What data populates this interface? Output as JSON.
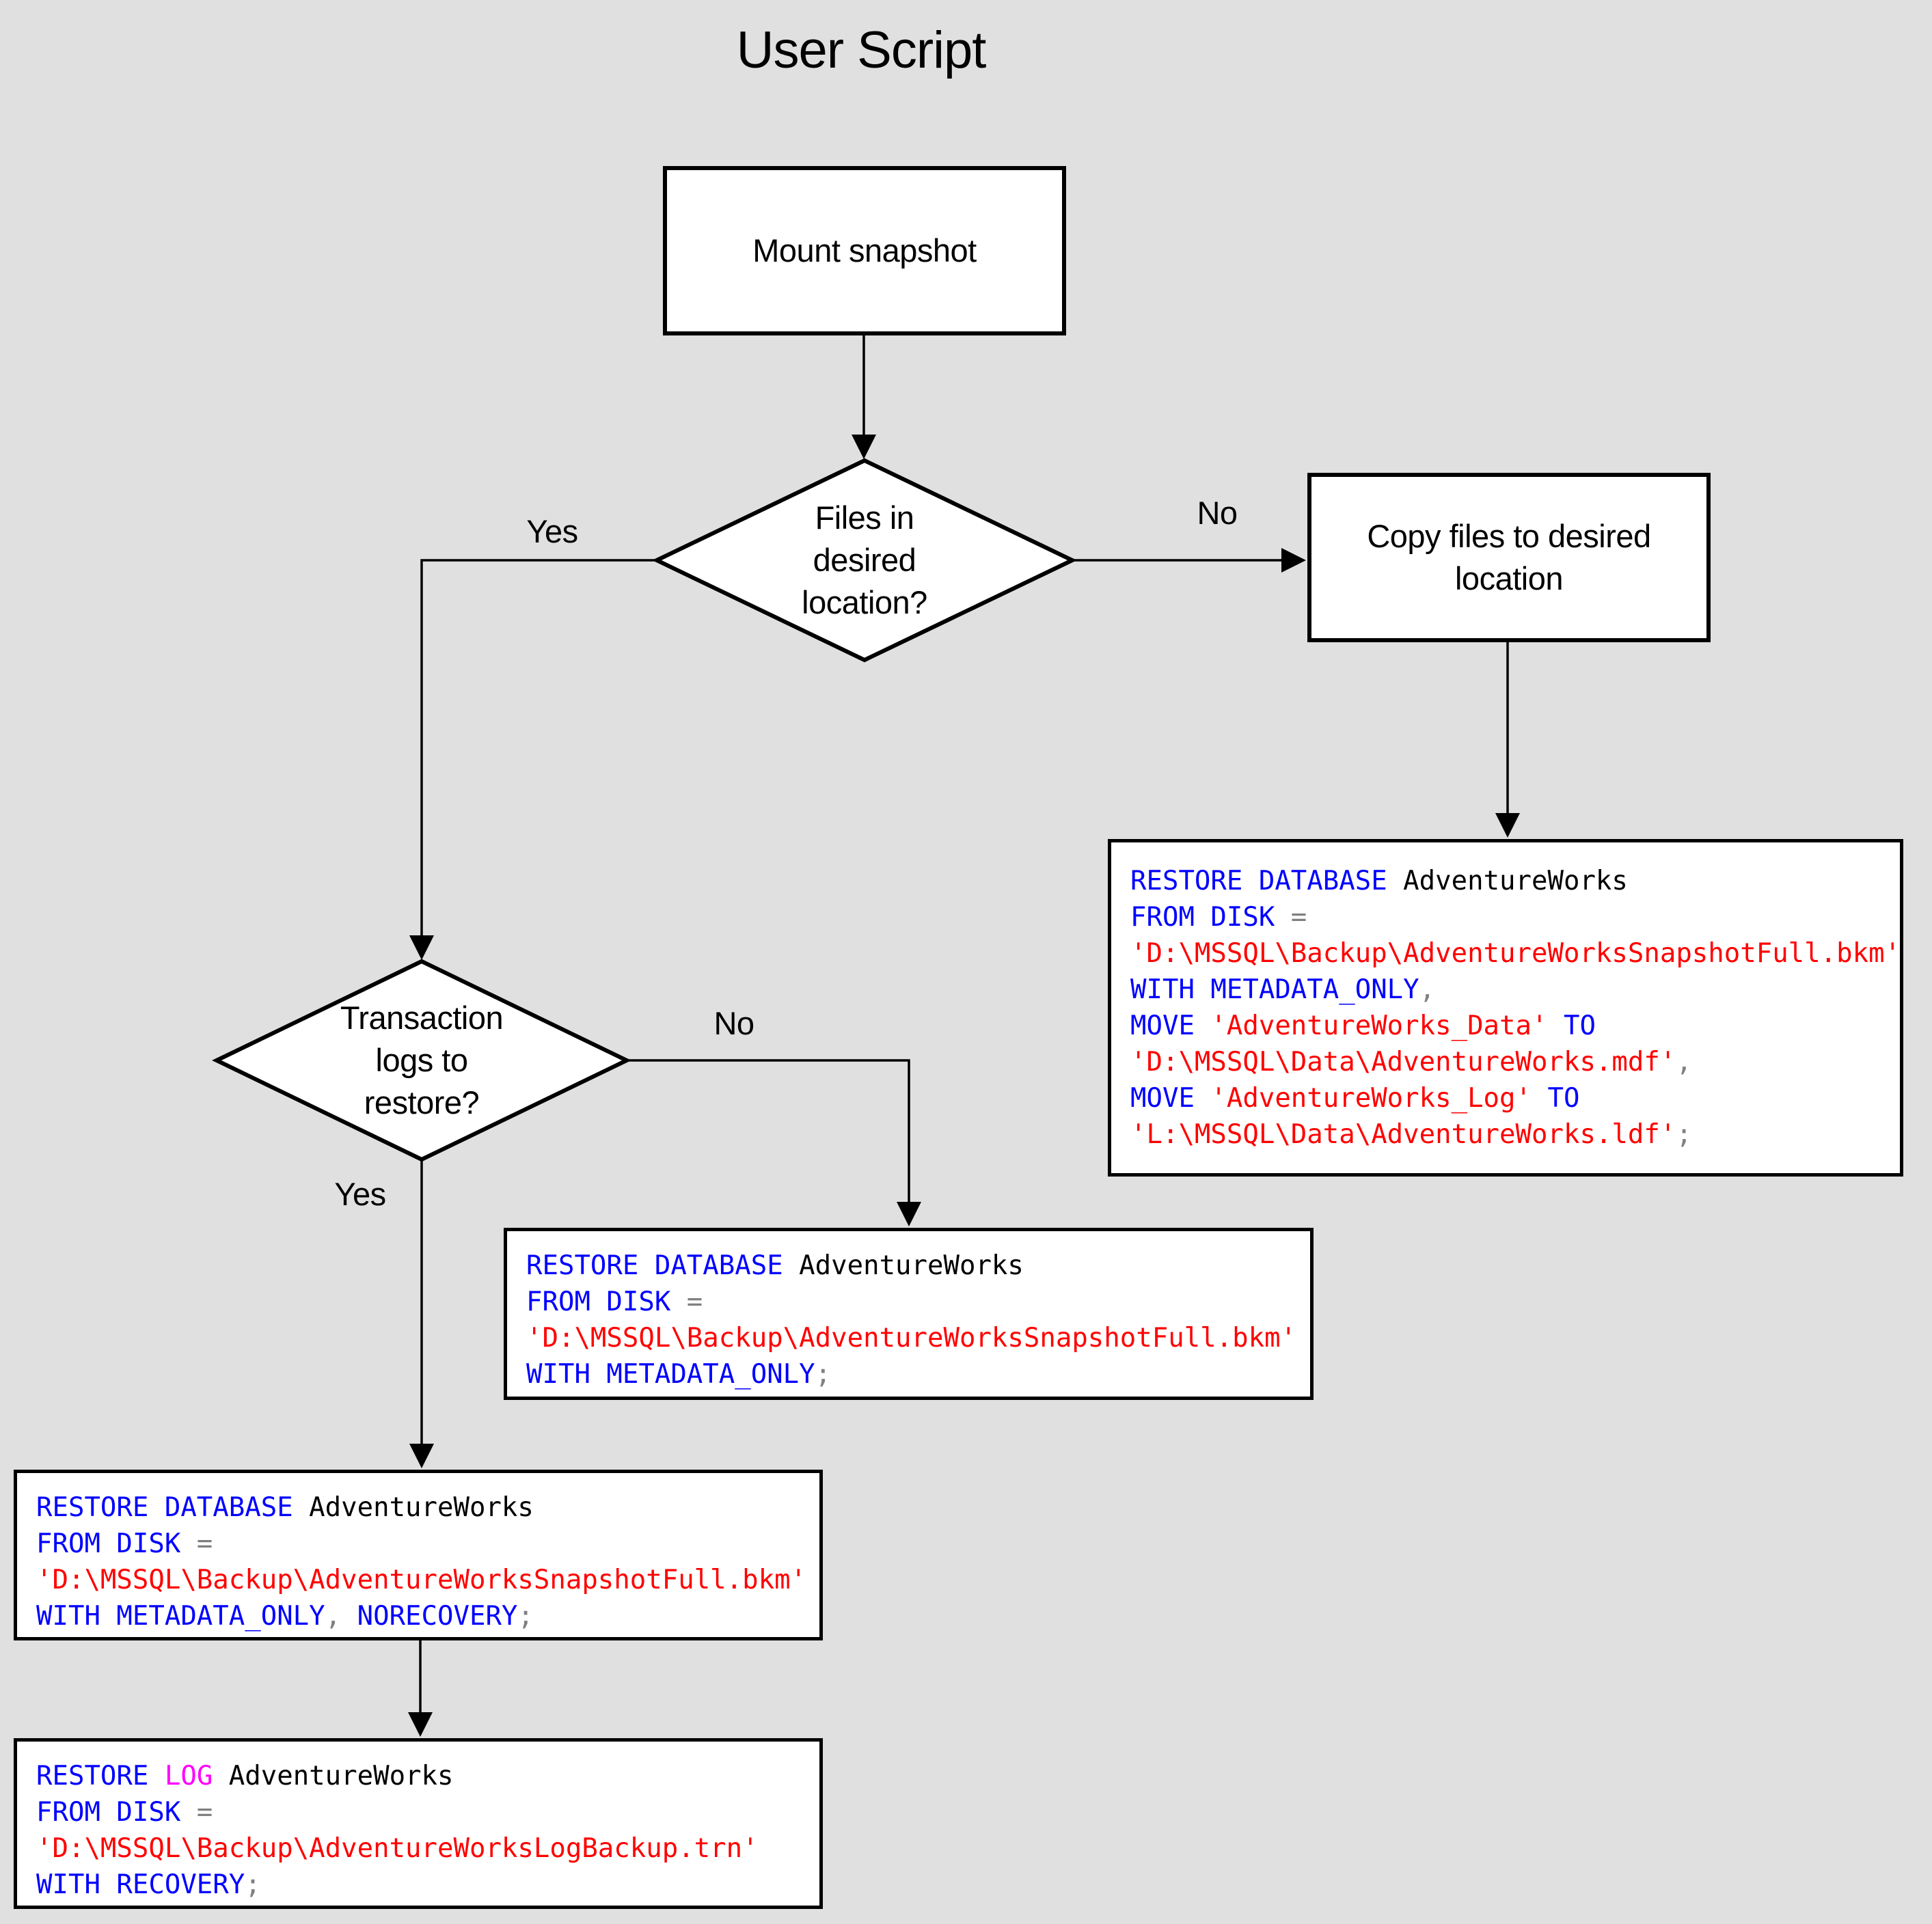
{
  "title": "User Script",
  "canvas": {
    "background": "#e0e0e0",
    "shape_fill": "#ffffff",
    "line_color": "#000000"
  },
  "nodes": {
    "mount": {
      "label": "Mount snapshot"
    },
    "files_decision": {
      "lines": [
        "Files in",
        "desired",
        "location?"
      ]
    },
    "copy": {
      "lines": [
        "Copy files to desired",
        "location"
      ]
    },
    "logs_decision": {
      "lines": [
        "Transaction",
        "logs to",
        "restore?"
      ]
    }
  },
  "edge_labels": {
    "files_yes": "Yes",
    "files_no": "No",
    "logs_no": "No",
    "logs_yes": "Yes"
  },
  "code_colors": {
    "kw": "#0000ff",
    "str": "#ff0000",
    "op": "#808080",
    "id": "#000000",
    "log": "#ff00ff"
  },
  "code_blocks": {
    "copy_restore": {
      "lines": [
        [
          {
            "t": "RESTORE DATABASE",
            "c": "kw"
          },
          {
            "t": " AdventureWorks",
            "c": "id"
          }
        ],
        [
          {
            "t": "FROM DISK",
            "c": "kw"
          },
          {
            "t": " =",
            "c": "op"
          }
        ],
        [
          {
            "t": "'D:\\MSSQL\\Backup\\AdventureWorksSnapshotFull.bkm'",
            "c": "str"
          }
        ],
        [
          {
            "t": "WITH METADATA_ONLY",
            "c": "kw"
          },
          {
            "t": ",",
            "c": "op"
          }
        ],
        [
          {
            "t": "MOVE",
            "c": "kw"
          },
          {
            "t": " 'AdventureWorks_Data'",
            "c": "str"
          },
          {
            "t": " TO",
            "c": "kw"
          }
        ],
        [
          {
            "t": "'D:\\MSSQL\\Data\\AdventureWorks.mdf'",
            "c": "str"
          },
          {
            "t": ",",
            "c": "op"
          }
        ],
        [
          {
            "t": "MOVE",
            "c": "kw"
          },
          {
            "t": " 'AdventureWorks_Log'",
            "c": "str"
          },
          {
            "t": " TO",
            "c": "kw"
          }
        ],
        [
          {
            "t": "'L:\\MSSQL\\Data\\AdventureWorks.ldf'",
            "c": "str"
          },
          {
            "t": ";",
            "c": "op"
          }
        ]
      ]
    },
    "no_logs_restore": {
      "lines": [
        [
          {
            "t": "RESTORE DATABASE",
            "c": "kw"
          },
          {
            "t": " AdventureWorks",
            "c": "id"
          }
        ],
        [
          {
            "t": "FROM DISK",
            "c": "kw"
          },
          {
            "t": " =",
            "c": "op"
          }
        ],
        [
          {
            "t": "'D:\\MSSQL\\Backup\\AdventureWorksSnapshotFull.bkm'",
            "c": "str"
          }
        ],
        [
          {
            "t": "WITH METADATA_ONLY",
            "c": "kw"
          },
          {
            "t": ";",
            "c": "op"
          }
        ]
      ]
    },
    "yes_logs_restore": {
      "lines": [
        [
          {
            "t": "RESTORE DATABASE",
            "c": "kw"
          },
          {
            "t": " AdventureWorks",
            "c": "id"
          }
        ],
        [
          {
            "t": "FROM DISK",
            "c": "kw"
          },
          {
            "t": " =",
            "c": "op"
          }
        ],
        [
          {
            "t": "'D:\\MSSQL\\Backup\\AdventureWorksSnapshotFull.bkm'",
            "c": "str"
          }
        ],
        [
          {
            "t": "WITH METADATA_ONLY",
            "c": "kw"
          },
          {
            "t": ",",
            "c": "op"
          },
          {
            "t": " NORECOVERY",
            "c": "kw"
          },
          {
            "t": ";",
            "c": "op"
          }
        ]
      ]
    },
    "restore_log": {
      "lines": [
        [
          {
            "t": "RESTORE",
            "c": "kw"
          },
          {
            "t": " LOG",
            "c": "log"
          },
          {
            "t": " AdventureWorks",
            "c": "id"
          }
        ],
        [
          {
            "t": "FROM DISK",
            "c": "kw"
          },
          {
            "t": " =",
            "c": "op"
          }
        ],
        [
          {
            "t": "'D:\\MSSQL\\Backup\\AdventureWorksLogBackup.trn'",
            "c": "str"
          }
        ],
        [
          {
            "t": "WITH RECOVERY",
            "c": "kw"
          },
          {
            "t": ";",
            "c": "op"
          }
        ]
      ]
    }
  }
}
